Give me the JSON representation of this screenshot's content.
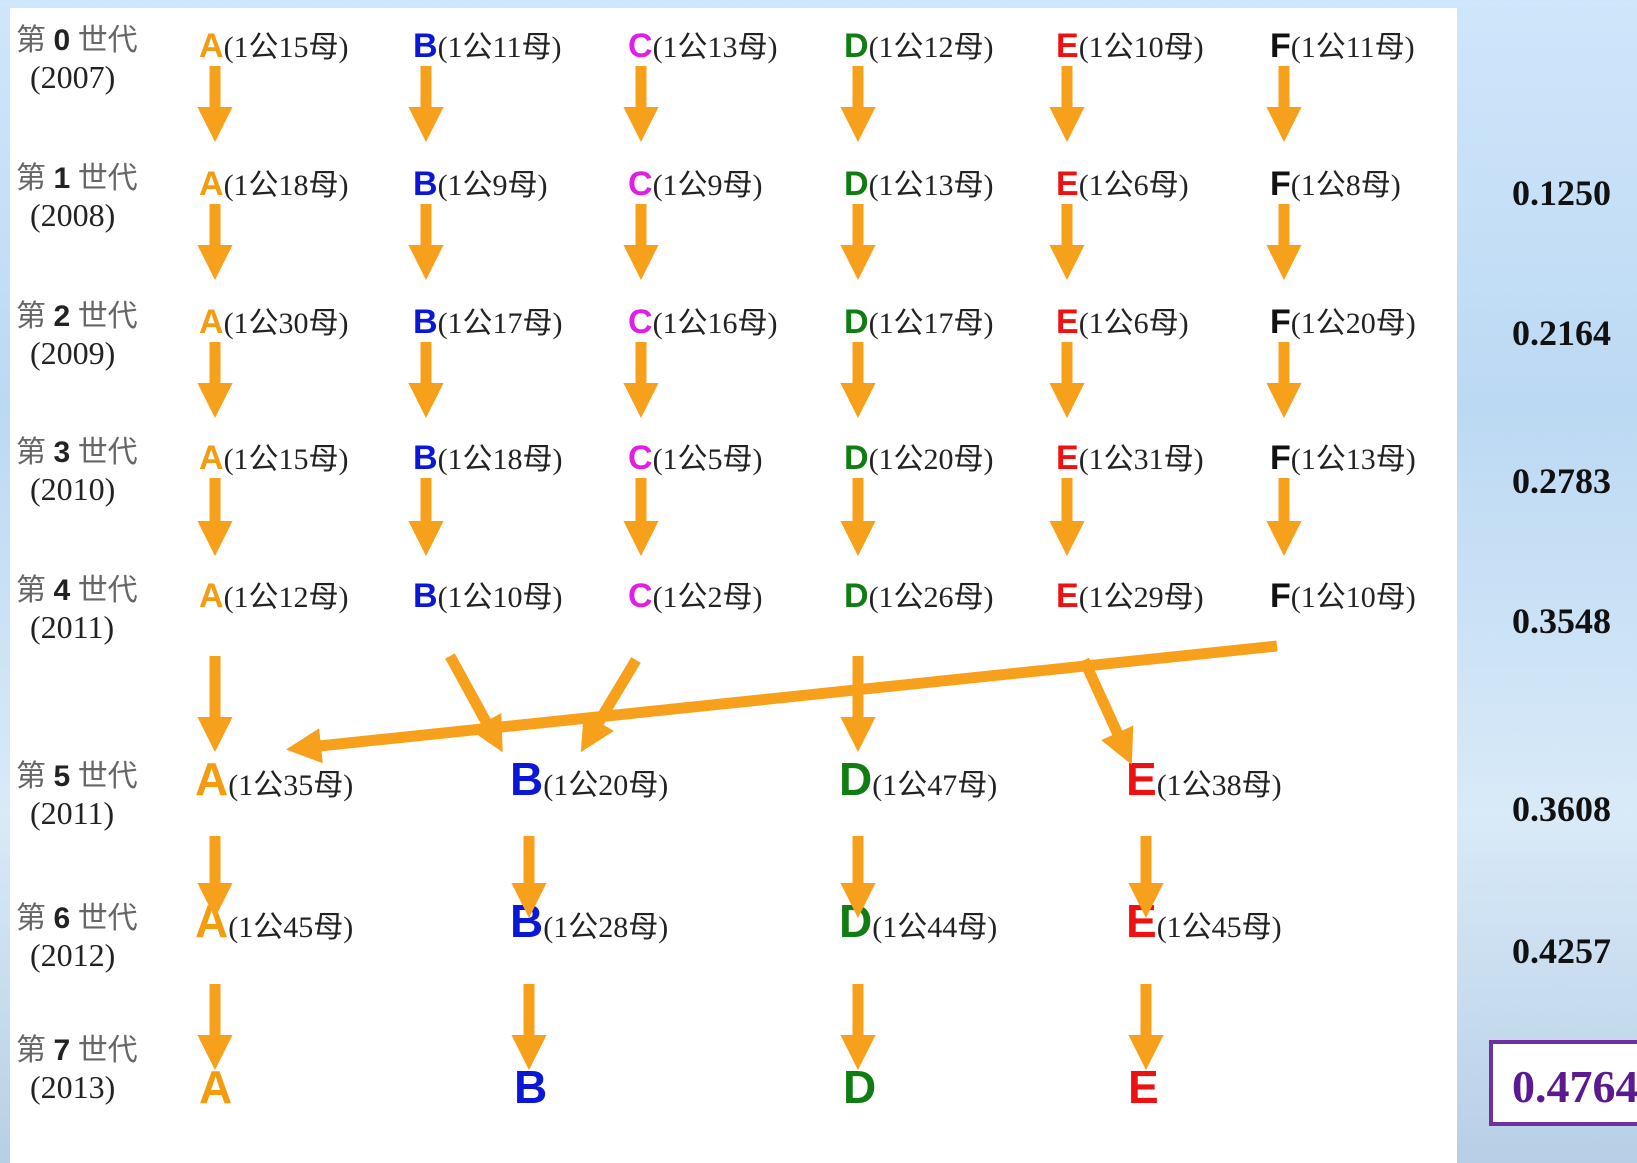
{
  "colors": {
    "A": "#f39c12",
    "B": "#0a17d6",
    "C": "#e21ee6",
    "D": "#0f7d11",
    "E": "#ee1111",
    "F": "#111111",
    "arrow": "#f7a01b",
    "final_box": "#7030a0"
  },
  "generations": [
    {
      "prefix": "第",
      "num": "0",
      "suffix": "世代",
      "year": "(2007)"
    },
    {
      "prefix": "第",
      "num": "1",
      "suffix": "世代",
      "year": "(2008)"
    },
    {
      "prefix": "第",
      "num": "2",
      "suffix": "世代",
      "year": "(2009)"
    },
    {
      "prefix": "第",
      "num": "3",
      "suffix": "世代",
      "year": "(2010)"
    },
    {
      "prefix": "第",
      "num": "4",
      "suffix": "世代",
      "year": "(2011)"
    },
    {
      "prefix": "第",
      "num": "5",
      "suffix": "世代",
      "year": "(2011)"
    },
    {
      "prefix": "第",
      "num": "6",
      "suffix": "世代",
      "year": "(2012)"
    },
    {
      "prefix": "第",
      "num": "7",
      "suffix": "世代",
      "year": "(2013)"
    }
  ],
  "rows": [
    [
      {
        "letter": "A",
        "text": "(1公15母)"
      },
      {
        "letter": "B",
        "text": "(1公11母)"
      },
      {
        "letter": "C",
        "text": "(1公13母)"
      },
      {
        "letter": "D",
        "text": "(1公12母)"
      },
      {
        "letter": "E",
        "text": "(1公10母)"
      },
      {
        "letter": "F",
        "text": "(1公11母)"
      }
    ],
    [
      {
        "letter": "A",
        "text": "(1公18母)"
      },
      {
        "letter": "B",
        "text": "(1公9母)"
      },
      {
        "letter": "C",
        "text": "(1公9母)"
      },
      {
        "letter": "D",
        "text": "(1公13母)"
      },
      {
        "letter": "E",
        "text": "(1公6母)"
      },
      {
        "letter": "F",
        "text": "(1公8母)"
      }
    ],
    [
      {
        "letter": "A",
        "text": "(1公30母)"
      },
      {
        "letter": "B",
        "text": "(1公17母)"
      },
      {
        "letter": "C",
        "text": "(1公16母)"
      },
      {
        "letter": "D",
        "text": "(1公17母)"
      },
      {
        "letter": "E",
        "text": "(1公6母)"
      },
      {
        "letter": "F",
        "text": "(1公20母)"
      }
    ],
    [
      {
        "letter": "A",
        "text": "(1公15母)"
      },
      {
        "letter": "B",
        "text": "(1公18母)"
      },
      {
        "letter": "C",
        "text": "(1公5母)"
      },
      {
        "letter": "D",
        "text": "(1公20母)"
      },
      {
        "letter": "E",
        "text": "(1公31母)"
      },
      {
        "letter": "F",
        "text": "(1公13母)"
      }
    ],
    [
      {
        "letter": "A",
        "text": "(1公12母)"
      },
      {
        "letter": "B",
        "text": "(1公10母)"
      },
      {
        "letter": "C",
        "text": "(1公2母)"
      },
      {
        "letter": "D",
        "text": "(1公26母)"
      },
      {
        "letter": "E",
        "text": "(1公29母)"
      },
      {
        "letter": "F",
        "text": "(1公10母)"
      }
    ],
    [
      {
        "letter": "A",
        "text": "(1公35母)"
      },
      {
        "letter": "B",
        "text": "(1公20母)"
      },
      {
        "letter": "D",
        "text": "(1公47母)"
      },
      {
        "letter": "E",
        "text": "(1公38母)"
      }
    ],
    [
      {
        "letter": "A",
        "text": "(1公45母)"
      },
      {
        "letter": "B",
        "text": "(1公28母)"
      },
      {
        "letter": "D",
        "text": "(1公44母)"
      },
      {
        "letter": "E",
        "text": "(1公45母)"
      }
    ],
    [
      {
        "letter": "A",
        "text": ""
      },
      {
        "letter": "B",
        "text": ""
      },
      {
        "letter": "D",
        "text": ""
      },
      {
        "letter": "E",
        "text": ""
      }
    ]
  ],
  "ratios": [
    "0.1250",
    "0.2164",
    "0.2783",
    "0.3548",
    "0.3608",
    "0.4257"
  ],
  "final_ratio": "0.4764"
}
